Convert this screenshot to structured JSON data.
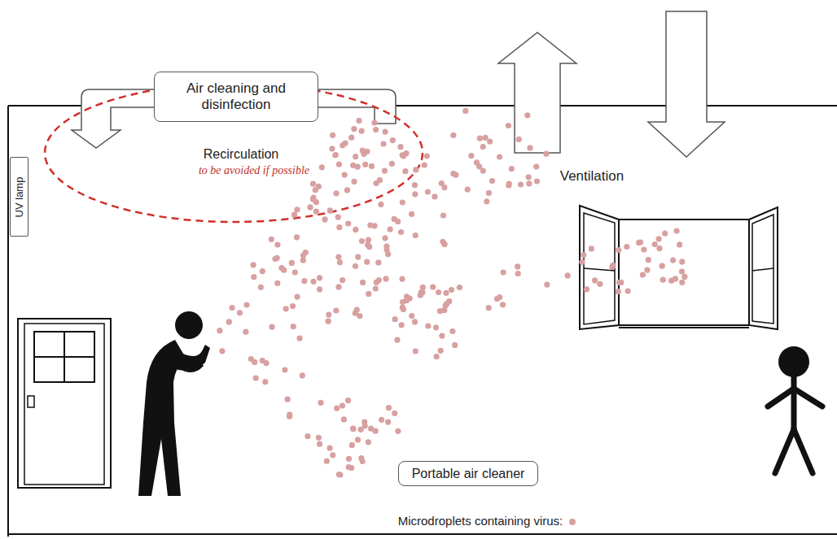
{
  "diagram": {
    "nodes": [
      {
        "text": [
          "Air cleaning and disinfection"
        ]
      },
      {
        "text": [
          "UV lamp"
        ]
      },
      {
        "text": [
          "Portable air cleaner"
        ]
      }
    ],
    "edges": [],
    "labels": [
      "Recirculation",
      "to be avoided if possible",
      "Ventilation"
    ],
    "legend": [
      {
        "text": "Microdroplets containing virus:",
        "color": "#d8a0a0"
      }
    ]
  }
}
